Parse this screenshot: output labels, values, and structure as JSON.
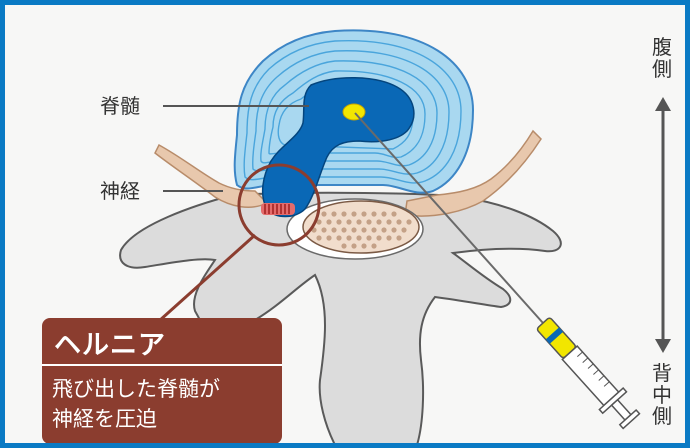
{
  "labels": {
    "spinal_cord": "脊髄",
    "nerve": "神経",
    "ventral": "腹側",
    "dorsal": "背中側"
  },
  "callout": {
    "title": "ヘルニア",
    "lines": [
      "飛び出した脊髄が",
      "神経を圧迫"
    ]
  },
  "colors": {
    "border": "#0a7ac4",
    "disc": "#a9d8f0",
    "disc_lines": "#4aa5dc",
    "nucleus": "#0a68b6",
    "spinal_cord_dot": "#f2e600",
    "nerve": "#e8c8ad",
    "bone": "#dcdcdc",
    "canal_oval": "#f1ddcc",
    "dots": "#c4a187",
    "callout": "#8b3d2f"
  }
}
